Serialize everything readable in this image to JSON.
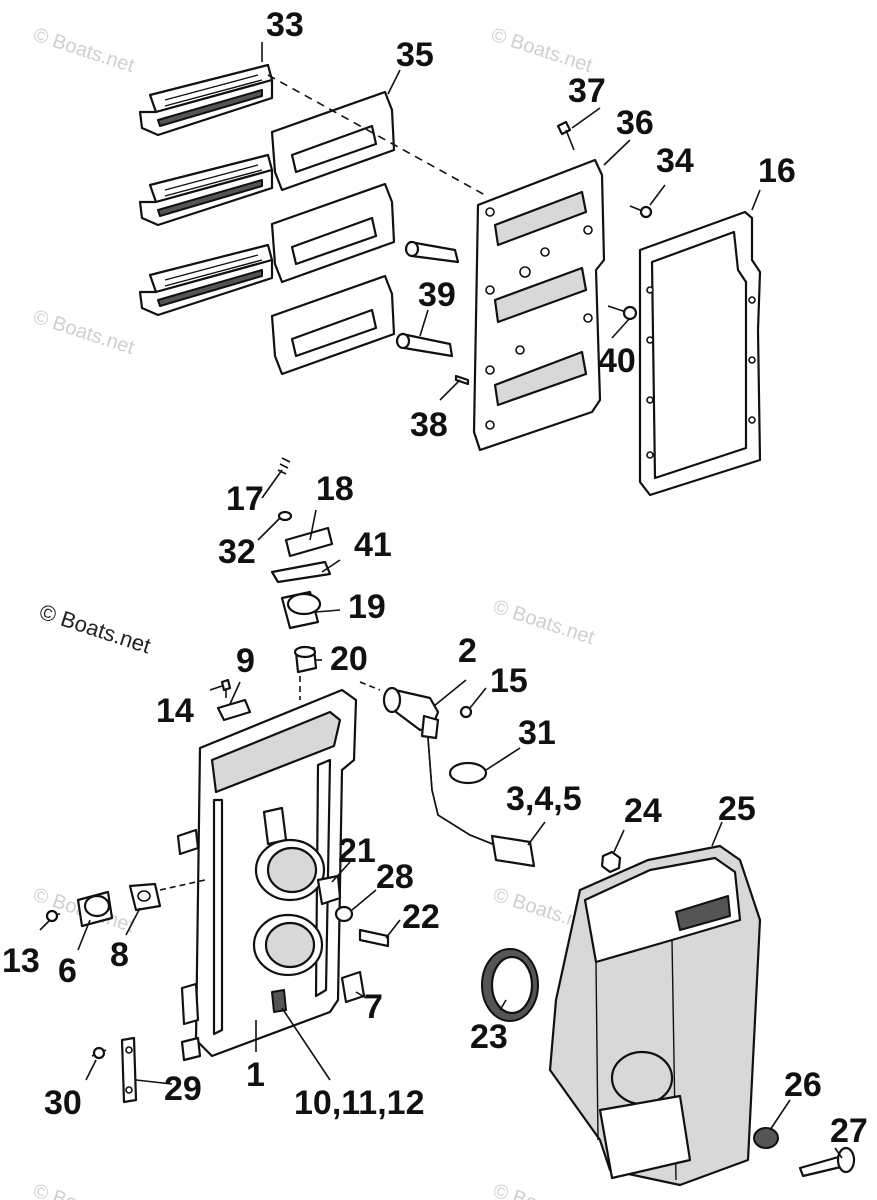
{
  "watermark": "© Boats.net",
  "callouts": {
    "c33": "33",
    "c35": "35",
    "c37": "37",
    "c36": "36",
    "c34": "34",
    "c16": "16",
    "c39": "39",
    "c40": "40",
    "c38": "38",
    "c17": "17",
    "c18": "18",
    "c32": "32",
    "c41": "41",
    "c19": "19",
    "c9": "9",
    "c20": "20",
    "c14": "14",
    "c2": "2",
    "c15": "15",
    "c31": "31",
    "c345": "3,4,5",
    "c24": "24",
    "c25": "25",
    "c21": "21",
    "c28": "28",
    "c22": "22",
    "c13": "13",
    "c6": "6",
    "c8": "8",
    "c23": "23",
    "c7": "7",
    "c1": "1",
    "c10": "10,11,12",
    "c30": "30",
    "c29": "29",
    "c26": "26",
    "c27": "27"
  }
}
